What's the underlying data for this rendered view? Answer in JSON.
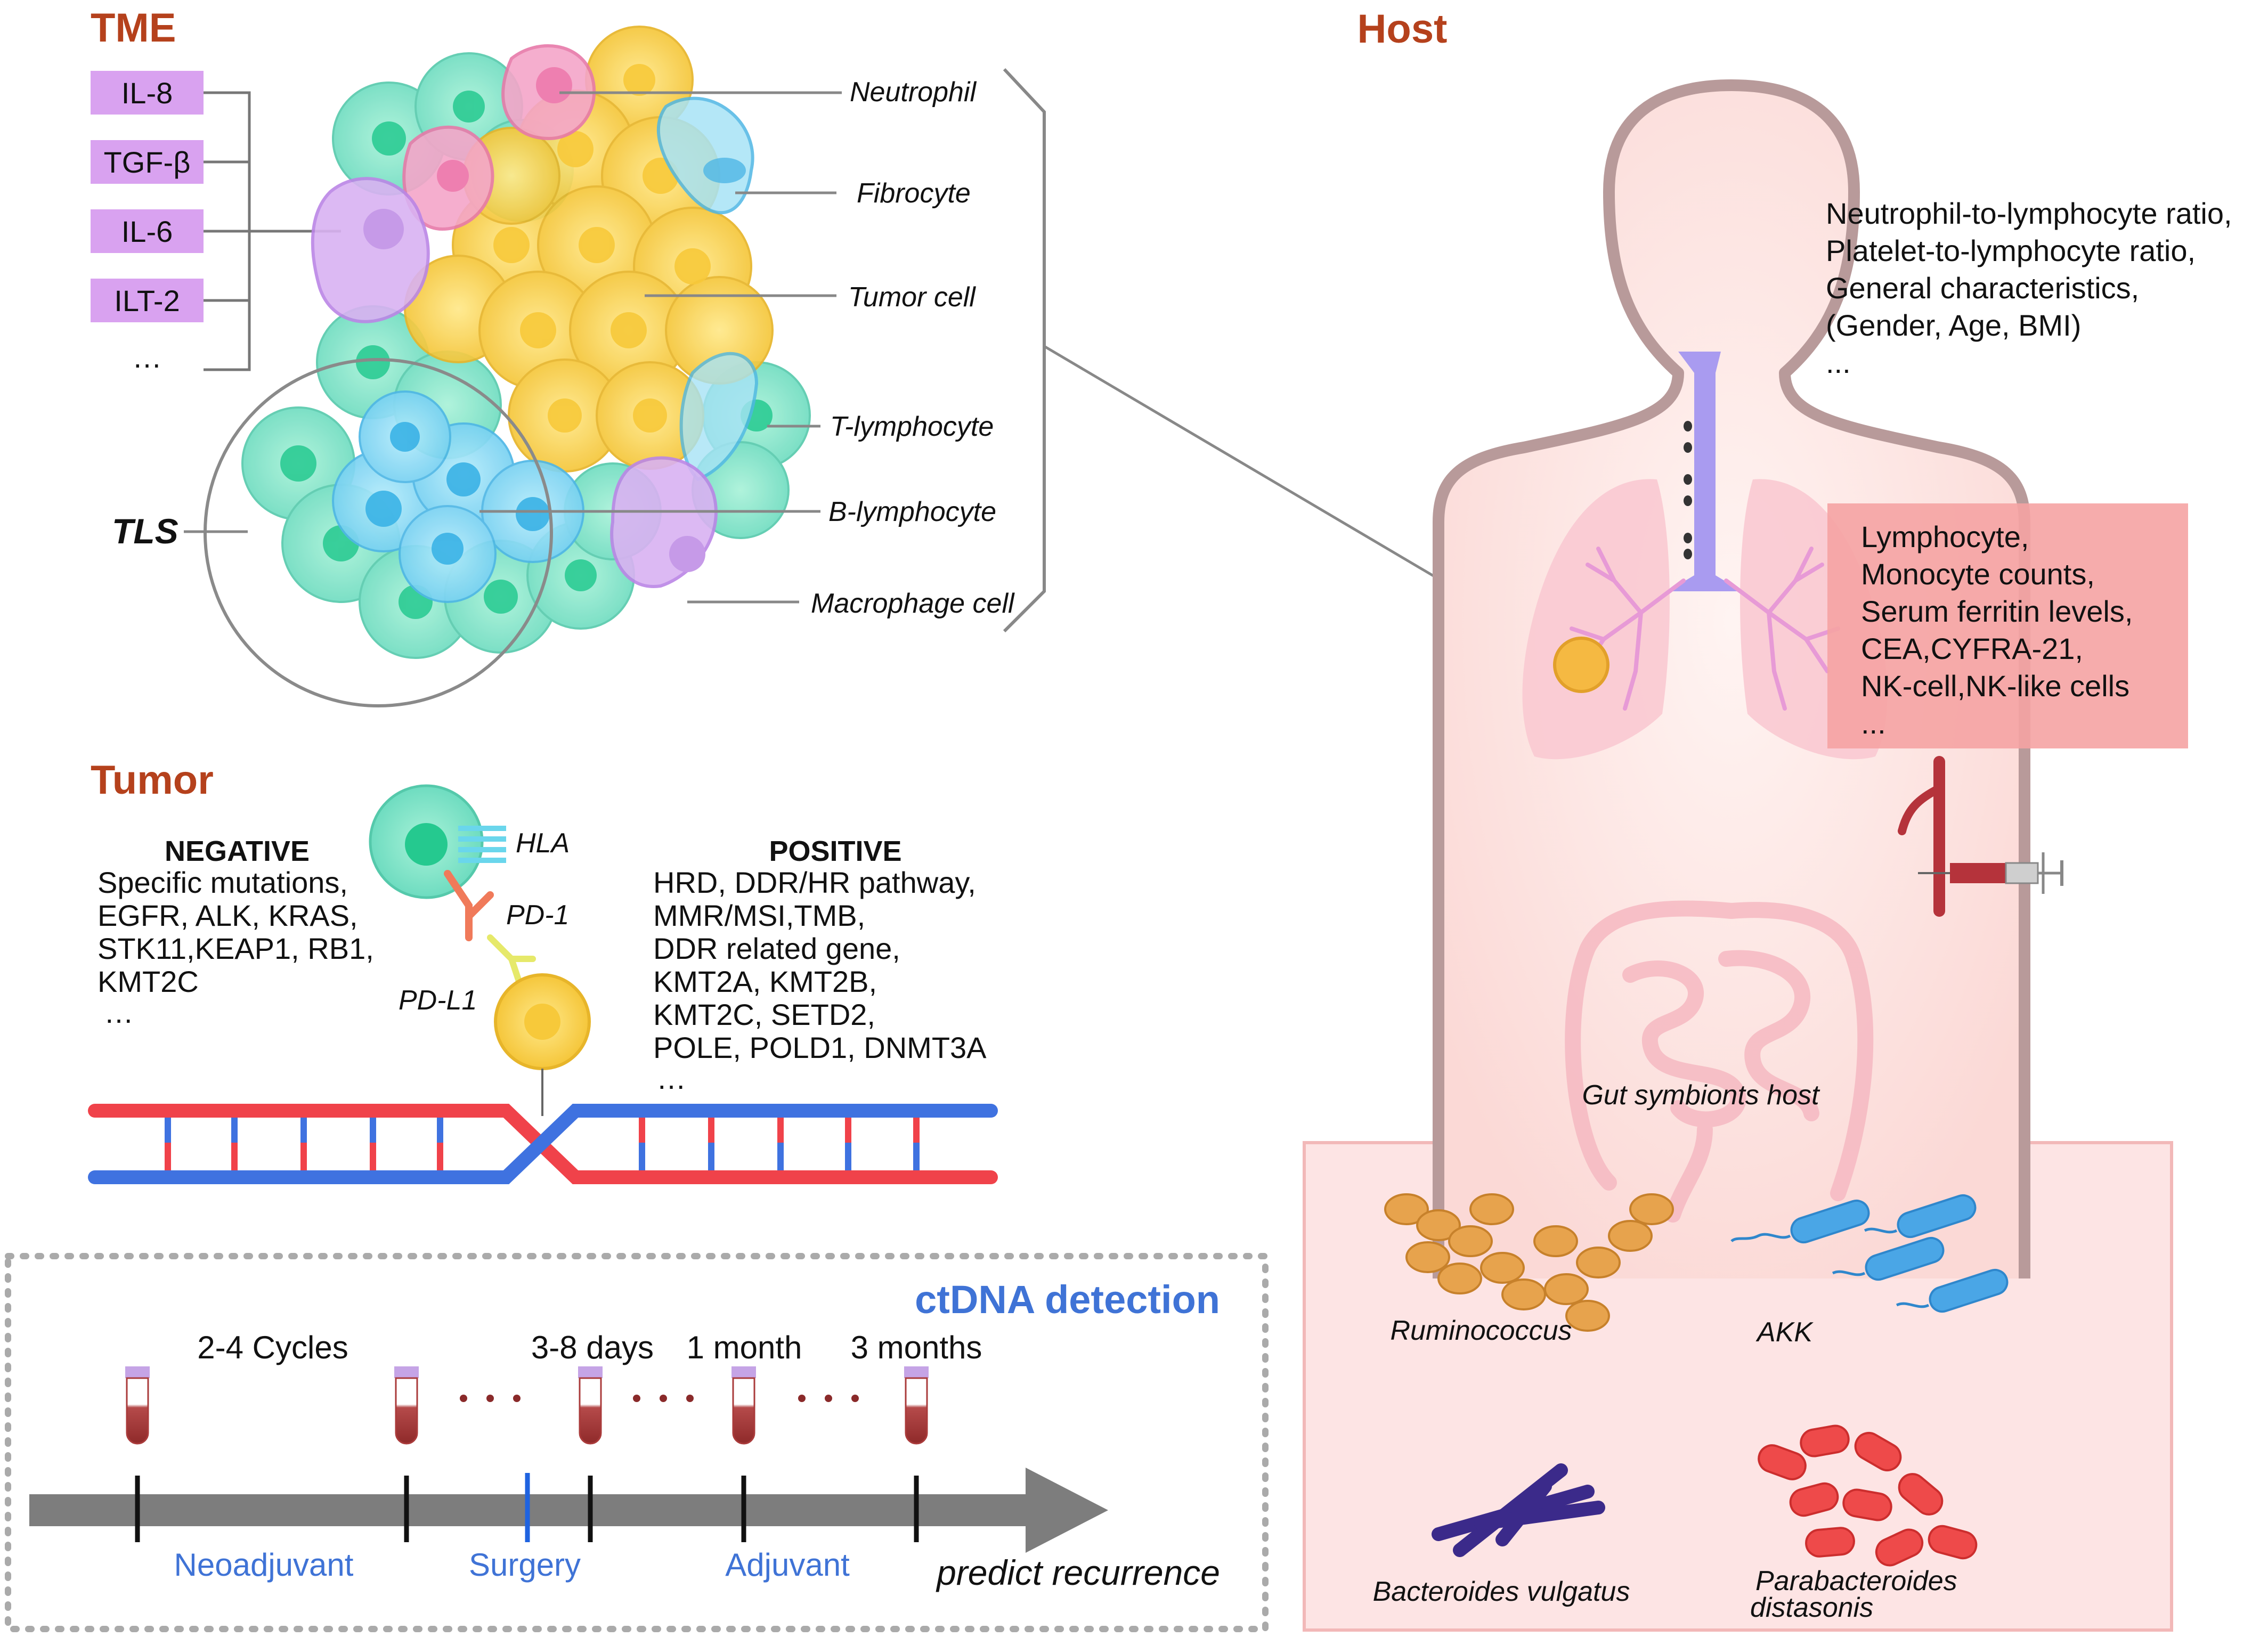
{
  "tme": {
    "title": "TME",
    "cytokines": [
      "IL-8",
      "TGF-β",
      "IL-6",
      "ILT-2",
      "…"
    ],
    "cells": {
      "neutrophil": "Neutrophil",
      "fibrocyte": "Fibrocyte",
      "tumor": "Tumor cell",
      "t_lymph": "T-lymphocyte",
      "b_lymph": "B-lymphocyte",
      "macrophage": "Macrophage cell"
    },
    "tls": "TLS"
  },
  "tumor": {
    "title": "Tumor",
    "negative": {
      "heading": "NEGATIVE",
      "lines": [
        "Specific mutations,",
        "EGFR, ALK, KRAS,",
        "STK11,KEAP1, RB1,",
        "KMT2C",
        "…"
      ]
    },
    "positive": {
      "heading": "POSITIVE",
      "lines": [
        "HRD, DDR/HR pathway,",
        "MMR/MSI,TMB,",
        "DDR related gene,",
        "KMT2A, KMT2B,",
        "KMT2C, SETD2,",
        "POLE, POLD1, DNMT3A",
        "…"
      ]
    },
    "hla": "HLA",
    "pd1": "PD-1",
    "pdl1": "PD-L1"
  },
  "host": {
    "title": "Host",
    "systemic": [
      "Neutrophil-to-lymphocyte ratio,",
      "Platelet-to-lymphocyte ratio,",
      "General characteristics,",
      "(Gender, Age, BMI)",
      "..."
    ],
    "blood": [
      "Lymphocyte,",
      "Monocyte counts,",
      "Serum ferritin levels,",
      "CEA,CYFRA-21,",
      "NK-cell,NK-like cells",
      "..."
    ],
    "gut_label": "Gut symbionts host",
    "bacteria": {
      "ruminococcus": "Ruminococcus",
      "akk": "AKK",
      "bacteroides": "Bacteroides vulgatus",
      "parabacteroides_1": "Parabacteroides",
      "parabacteroides_2": "distasonis"
    }
  },
  "ctdna": {
    "title": "ctDNA detection",
    "cycles": "2-4 Cycles",
    "days": "3-8 days",
    "month1": "1 month",
    "month3": "3 months",
    "neoadjuvant": "Neoadjuvant",
    "surgery": "Surgery",
    "adjuvant": "Adjuvant",
    "predict": "predict recurrence"
  },
  "colors": {
    "section_title": "#b5411c",
    "blue_text": "#3f73d6",
    "cytokine_box": "#d9a2f0",
    "host_box": "#f5a3a3",
    "dna_red": "#f0424a",
    "dna_blue": "#3f72e0"
  }
}
